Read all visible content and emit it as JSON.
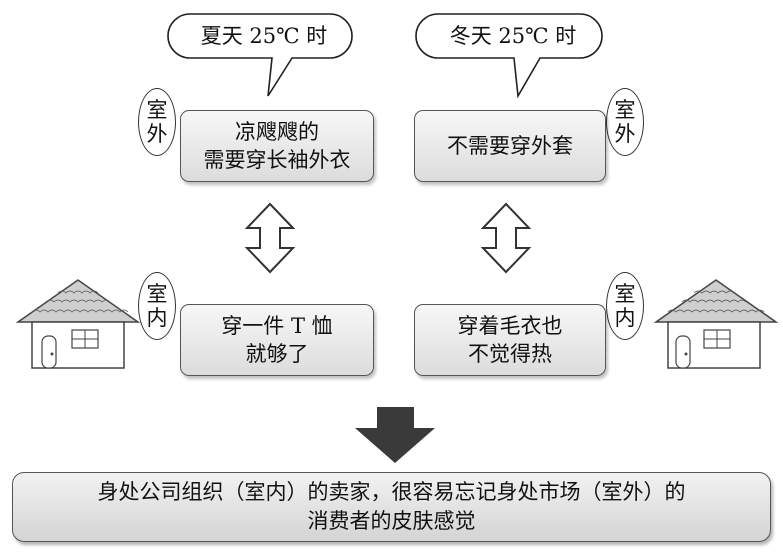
{
  "summer": {
    "label": "夏天 25℃ 时"
  },
  "winter": {
    "label": "冬天 25℃ 时"
  },
  "tags": {
    "outdoor": [
      "室",
      "外"
    ],
    "indoor": [
      "室",
      "内"
    ]
  },
  "boxes": {
    "summer_outdoor": [
      "凉飕飕的",
      "需要穿长袖外衣"
    ],
    "winter_outdoor": [
      "不需要穿外套"
    ],
    "summer_indoor": [
      "穿一件 T 恤",
      "就够了"
    ],
    "winter_indoor": [
      "穿着毛衣也",
      "不觉得热"
    ]
  },
  "conclusion": [
    "身处公司组织（室内）的卖家，很容易忘记身处市场（室外）的",
    "消费者的皮肤感觉"
  ]
}
